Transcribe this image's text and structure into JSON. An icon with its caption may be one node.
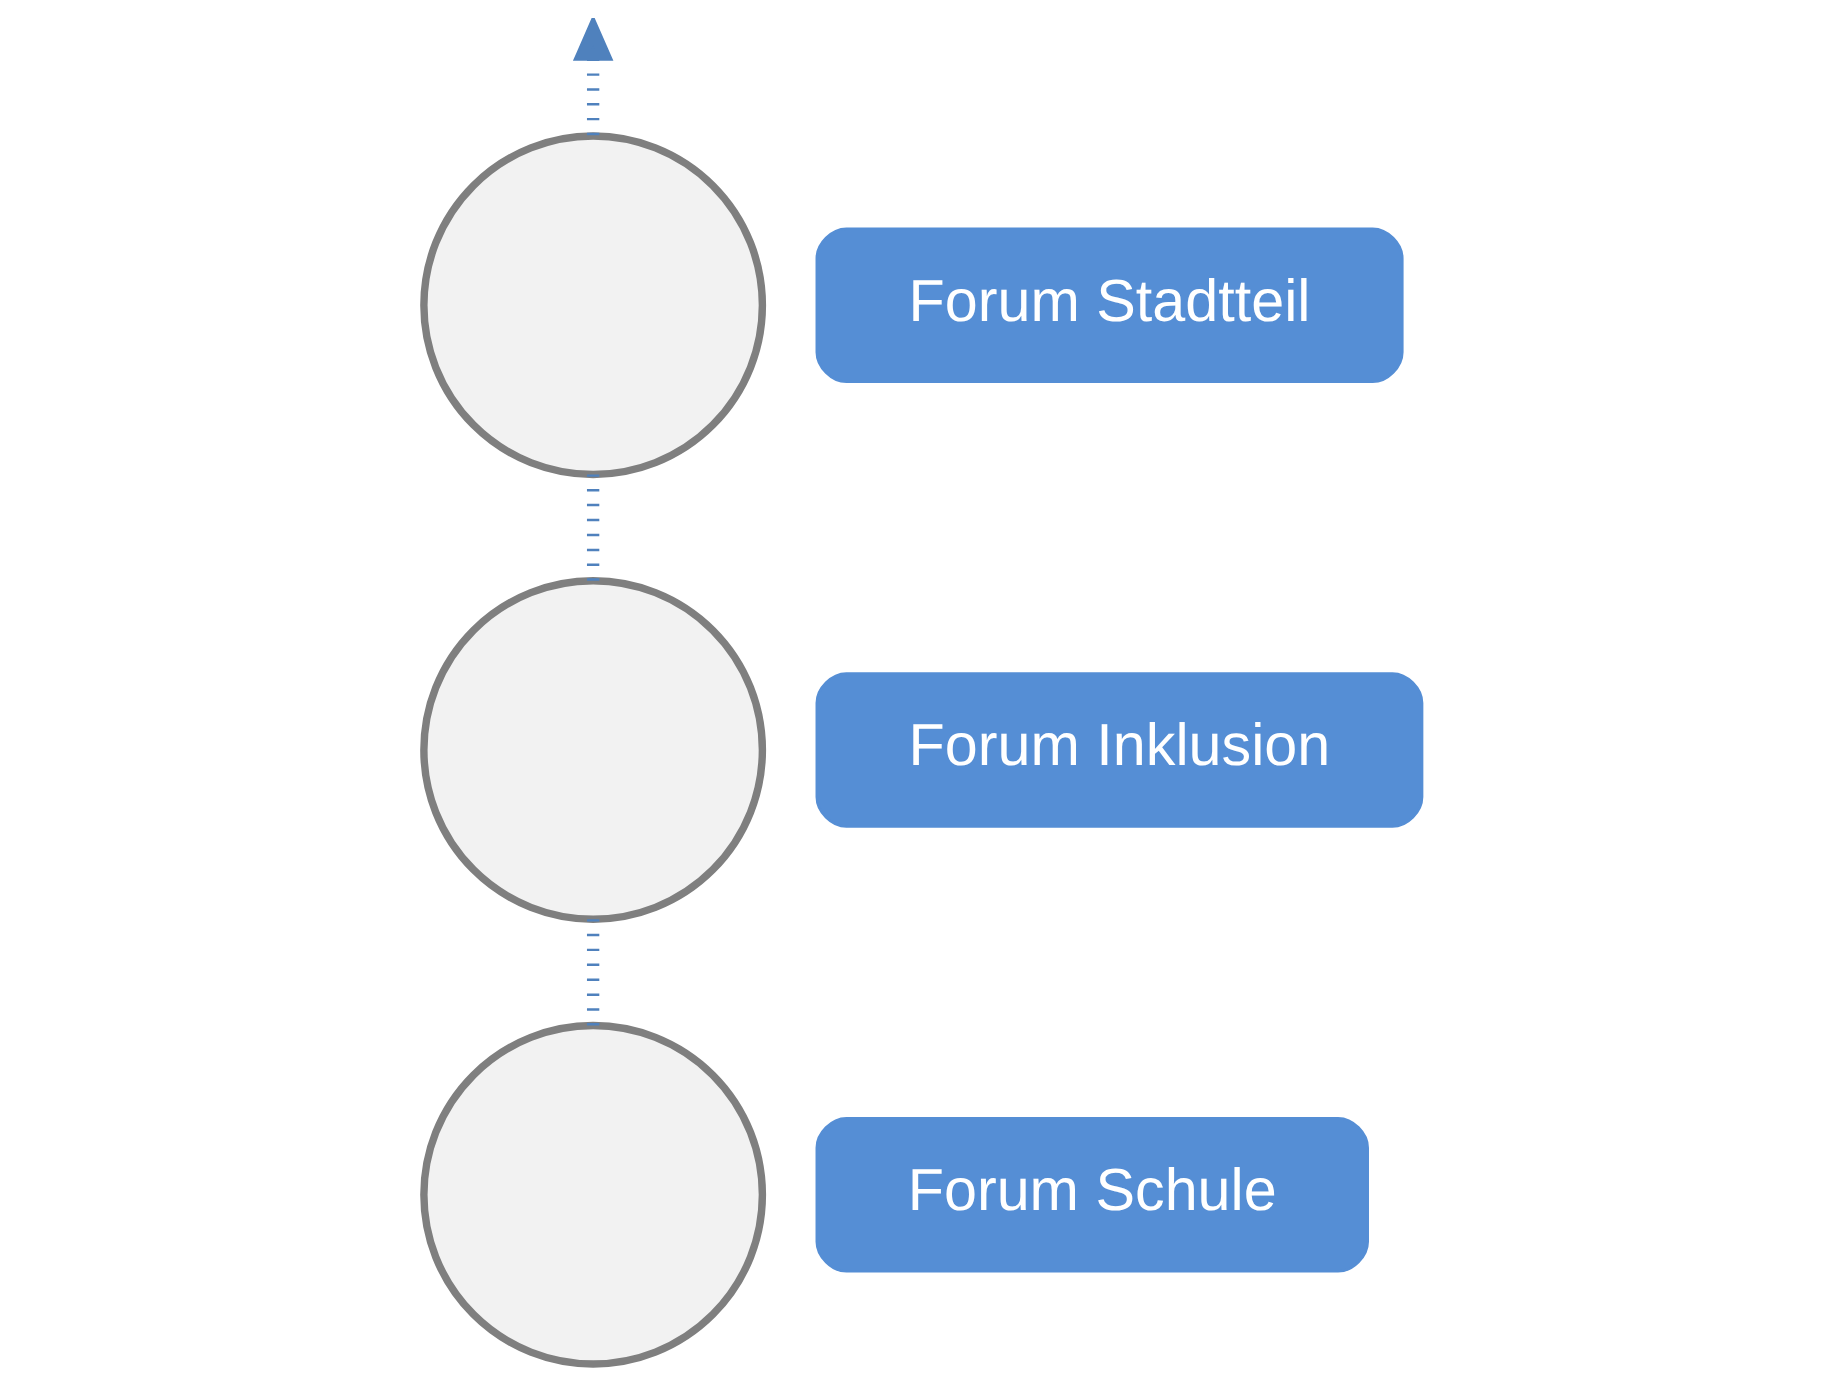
{
  "diagram": {
    "nodes": [
      {
        "text": [],
        "shape": "circle"
      },
      {
        "text": [
          "Forum Stadtteil"
        ]
      },
      {
        "text": [],
        "shape": "circle"
      },
      {
        "text": [
          "Forum Inklusion"
        ]
      },
      {
        "text": [],
        "shape": "circle"
      },
      {
        "text": [
          "Forum Schule"
        ]
      }
    ],
    "edges": [
      {
        "from": 4,
        "to": 2,
        "arrow": "none"
      },
      {
        "from": 2,
        "to": 0,
        "arrow": "none"
      },
      {
        "from": 0,
        "to": null,
        "arrow": "to"
      }
    ]
  }
}
